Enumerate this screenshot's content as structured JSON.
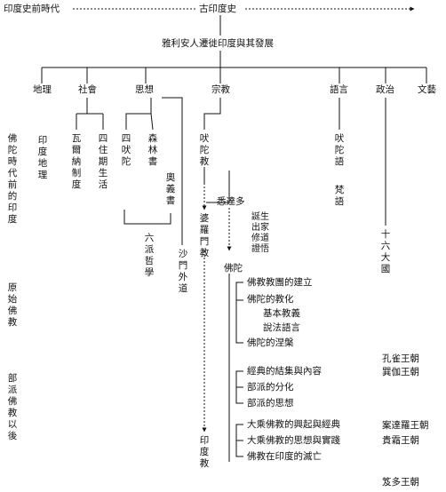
{
  "header": {
    "left_label": "印度史前時代",
    "center_label": "古印度史"
  },
  "aryan": "雅利安人遷徙印度與其發展",
  "categories": {
    "geography": "地理",
    "society": "社會",
    "thought": "思想",
    "religion": "宗教",
    "language": "語言",
    "politics": "政治",
    "art": "文藝"
  },
  "periods": {
    "buddha_era": "佛陀時代前的印度",
    "early": "原始佛教",
    "sectarian": "部派佛教以後"
  },
  "geography_items": {
    "indian_geo": "印度地理"
  },
  "society_items": {
    "varna": "瓦爾納制度",
    "ashrama": "四住期生活"
  },
  "thought_items": {
    "four_veda": "四吠陀",
    "forest_books": "森林書",
    "upanishad": "奧義書",
    "six_schools": "六派哲學",
    "shramana": "沙門外道"
  },
  "religion_items": {
    "vedic": "吠陀教",
    "brahmanism": "婆羅門教",
    "siddhartha": "悉達多",
    "life_events": [
      "誕生",
      "出家",
      "修道",
      "證悟"
    ],
    "buddha": "佛陀",
    "hinduism": "印度教"
  },
  "language_items": {
    "vedic_lang": "吠陀語",
    "sanskrit": "梵語"
  },
  "politics_items": {
    "sixteen": "十六大國"
  },
  "buddha_topics": {
    "group1": [
      "佛教教團的建立",
      "佛陀的教化",
      "基本教義",
      "說法語言",
      "佛陀的涅槃"
    ],
    "group2": [
      "經典的結集與內容",
      "部派的分化",
      "部派的思想"
    ],
    "group3": [
      "大乘佛教的興起與經典",
      "大乘佛教的思想與實踐",
      "佛教在印度的滅亡"
    ]
  },
  "dynasties": [
    "孔雀王朝",
    "巽伽王朝",
    "案達羅王朝",
    "貴霜王朝",
    "笈多王朝"
  ]
}
